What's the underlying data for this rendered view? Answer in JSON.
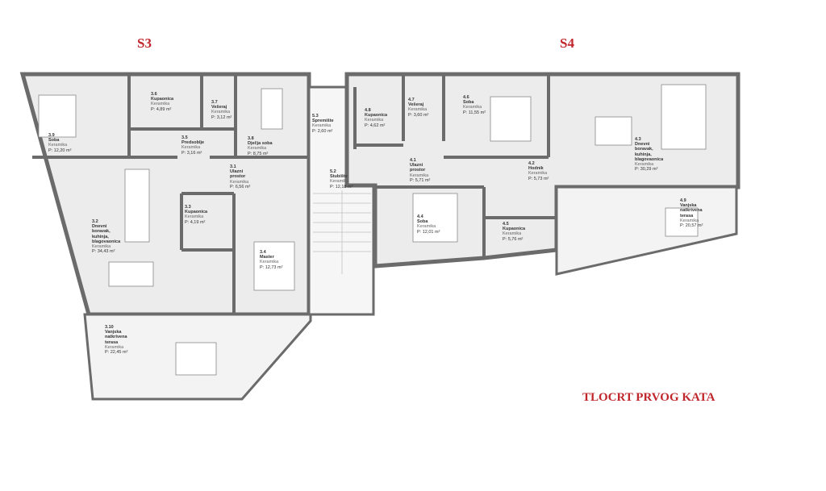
{
  "units": {
    "s3": "S3",
    "s4": "S4"
  },
  "plan_title": "TLOCRT PRVOG KATA",
  "rooms": [
    {
      "id": "3.9",
      "name": "Soba",
      "material": "Keramika",
      "area": "P: 12,20 m²"
    },
    {
      "id": "3.6",
      "name": "Kupaonica",
      "material": "Keramika",
      "area": "P: 4,89 m²"
    },
    {
      "id": "3.7",
      "name": "Vešeraj",
      "material": "Keramika",
      "area": "P: 3,12 m²"
    },
    {
      "id": "3.5",
      "name": "Predsoblje",
      "material": "Keramika",
      "area": "P: 3,16 m²"
    },
    {
      "id": "3.8",
      "name": "Dječja soba",
      "material": "Keramika",
      "area": "P: 8,75 m²"
    },
    {
      "id": "3.1",
      "name": "Ulazni prostor",
      "material": "Keramika",
      "area": "P: 6,56 m²"
    },
    {
      "id": "5.3",
      "name": "Spremište",
      "material": "Keramika",
      "area": "P: 2,60 m²"
    },
    {
      "id": "4.8",
      "name": "Kupaonica",
      "material": "Keramika",
      "area": "P: 4,62 m²"
    },
    {
      "id": "4.7",
      "name": "Vešeraj",
      "material": "Keramika",
      "area": "P: 3,60 m²"
    },
    {
      "id": "4.6",
      "name": "Soba",
      "material": "Keramika",
      "area": "P: 11,55 m²"
    },
    {
      "id": "5.2",
      "name": "Stubište",
      "material": "Keramika",
      "area": "P: 12,18 m²"
    },
    {
      "id": "4.1",
      "name": "Ulazni prostor",
      "material": "Keramika",
      "area": "P: 5,71 m²"
    },
    {
      "id": "4.2",
      "name": "Hodnik",
      "material": "Keramika",
      "area": "P: 5,73 m²"
    },
    {
      "id": "4.3",
      "name": "Dnevni boravak, kuhinja, blagovaonica",
      "material": "Keramika",
      "area": "P: 30,29 m²"
    },
    {
      "id": "3.2",
      "name": "Dnevni boravak, kuhinja, blagovaonica",
      "material": "Keramika",
      "area": "P: 34,43 m²"
    },
    {
      "id": "3.3",
      "name": "Kupaonica",
      "material": "Keramika",
      "area": "P: 4,19 m²"
    },
    {
      "id": "3.4",
      "name": "Master",
      "material": "Keramika",
      "area": "P: 12,73 m²"
    },
    {
      "id": "4.4",
      "name": "Soba",
      "material": "Keramika",
      "area": "P: 12,01 m²"
    },
    {
      "id": "4.5",
      "name": "Kupaonica",
      "material": "Keramika",
      "area": "P: 5,76 m²"
    },
    {
      "id": "4.9",
      "name": "Vanjska natkrivena terasa",
      "material": "Keramika",
      "area": "P: 20,57 m²"
    },
    {
      "id": "3.10",
      "name": "Vanjska natkrivena terasa",
      "material": "Keramika",
      "area": "P: 22,45 m²"
    }
  ],
  "colors": {
    "title_red": "#c0272d",
    "wall": "#6b6b6b",
    "floor": "#ececec"
  }
}
